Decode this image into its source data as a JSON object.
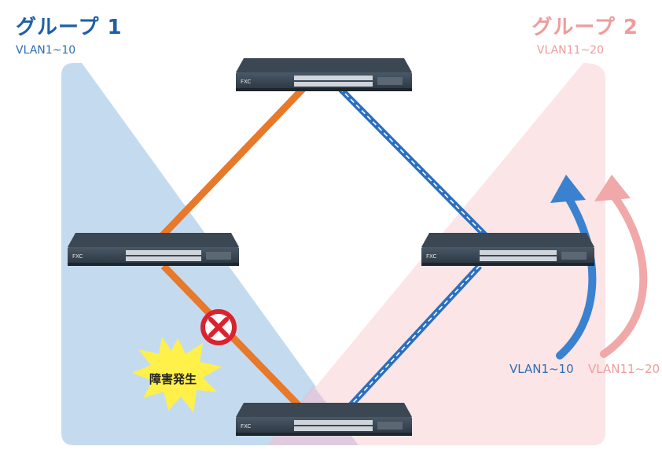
{
  "group1": {
    "title": "グループ 1",
    "vlan": "VLAN1~10",
    "color": "#1d5fa8"
  },
  "group2": {
    "title": "グループ 2",
    "vlan": "VLAN11~20",
    "color": "#ef9c9c"
  },
  "arrows": {
    "blue_label": "VLAN1~10",
    "pink_label": "VLAN11~20",
    "blue_color": "#3a82cf",
    "pink_color": "#f0a8a8"
  },
  "fault": {
    "label": "障害発生",
    "burst_color": "#fff04a"
  },
  "switch_logo": "FXC",
  "link_colors": {
    "active": "#e8782a",
    "standby": "#2a6fc0"
  },
  "zone_colors": {
    "group1": "#c4dbef",
    "group2": "#fbe3e4"
  }
}
